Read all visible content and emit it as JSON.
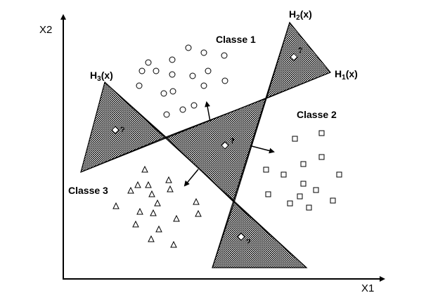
{
  "axes": {
    "x_label": "X1",
    "y_label": "X2"
  },
  "classes": [
    {
      "id": "c1",
      "label": "Classe  1",
      "marker": "circle"
    },
    {
      "id": "c2",
      "label": "Classe  2",
      "marker": "square"
    },
    {
      "id": "c3",
      "label": "Classe  3",
      "marker": "triangle"
    }
  ],
  "hyperplanes": [
    {
      "id": "h1",
      "label_main": "H",
      "label_sub": "1",
      "label_tail": "(x)"
    },
    {
      "id": "h2",
      "label_main": "H",
      "label_sub": "2",
      "label_tail": "(x)"
    },
    {
      "id": "h3",
      "label_main": "H",
      "label_sub": "3",
      "label_tail": "(x)"
    }
  ],
  "unknown_mark": "?",
  "colors": {
    "ink": "#000000",
    "background": "#ffffff"
  }
}
